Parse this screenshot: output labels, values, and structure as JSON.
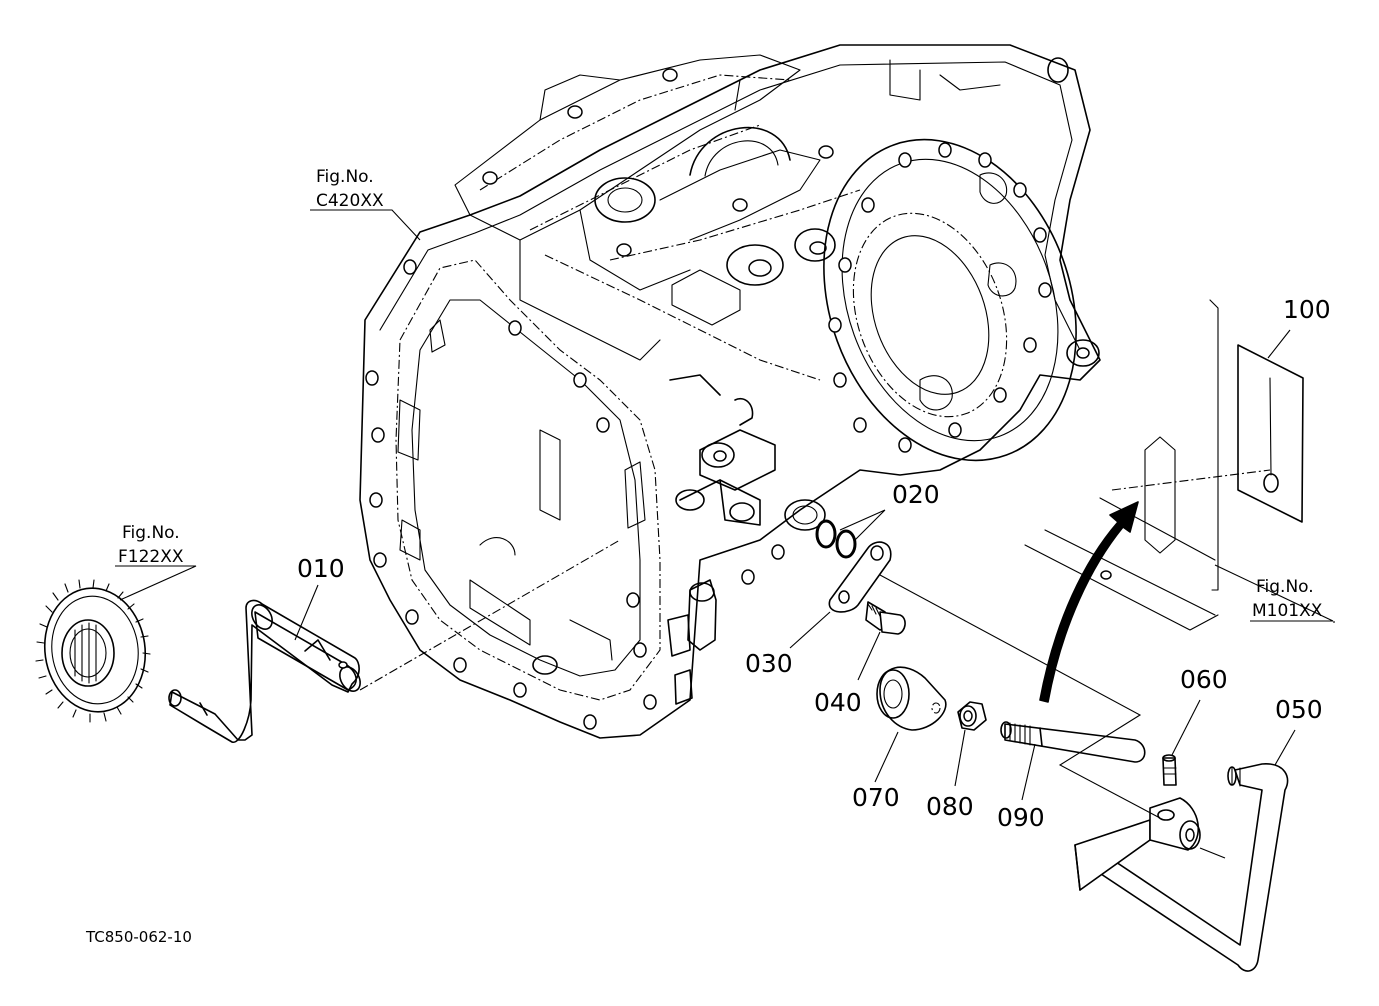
{
  "diagram": {
    "document_code": "TC850-062-10",
    "figure_references": [
      {
        "id": "C420XX",
        "prefix": "Fig.No.",
        "code": "C420XX"
      },
      {
        "id": "F122XX",
        "prefix": "Fig.No.",
        "code": "F122XX"
      },
      {
        "id": "M101XX",
        "prefix": "Fig.No.",
        "code": "M101XX"
      }
    ],
    "parts": [
      {
        "number": "010"
      },
      {
        "number": "020"
      },
      {
        "number": "030"
      },
      {
        "number": "040"
      },
      {
        "number": "050"
      },
      {
        "number": "060"
      },
      {
        "number": "070"
      },
      {
        "number": "080"
      },
      {
        "number": "090"
      },
      {
        "number": "100"
      }
    ]
  }
}
